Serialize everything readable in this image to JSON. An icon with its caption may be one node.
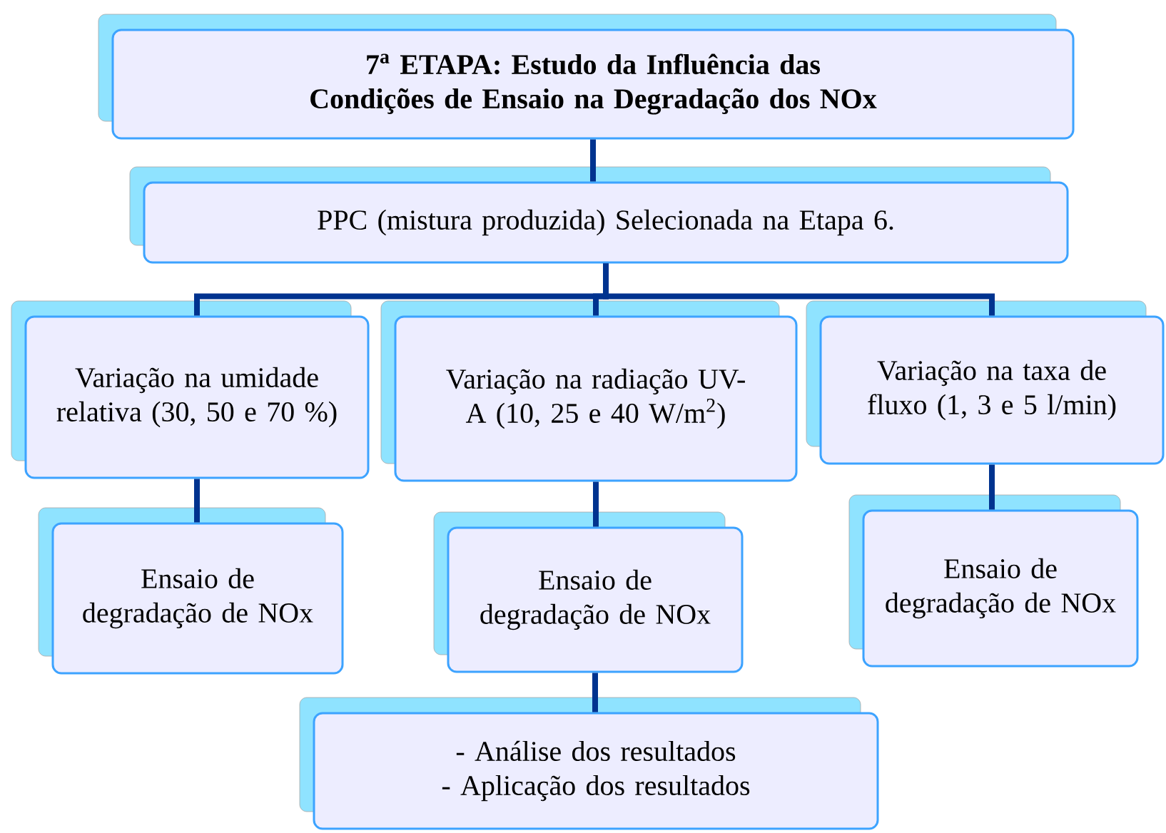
{
  "diagram": {
    "nodes": [
      {
        "text": [
          "7$^{a}$ ETAPA: Estudo da Influência das Condições de Ensaio na Degradação dos NOx"
        ]
      },
      {
        "text": [
          "PPC (mistura produzida) Selecionada na Etapa 6."
        ]
      },
      {
        "text": [
          "Variação na umidade relativa (30, 50 e 70 %)"
        ]
      },
      {
        "text": [
          "Variação na radiação UV-A (10, 25 e 40 W/m$^{2}$)"
        ]
      },
      {
        "text": [
          "Variação na taxa de fluxo (1, 3 e 5 l/min)"
        ]
      },
      {
        "text": [
          "Ensaio de degradação de NOx"
        ]
      },
      {
        "text": [
          "Ensaio de degradação de NOx"
        ]
      },
      {
        "text": [
          "Ensaio de degradação de NOx"
        ]
      },
      {
        "text": [
          "- Análise dos resultados",
          "- Aplicação dos resultados"
        ]
      }
    ],
    "edges": [
      {
        "from": 0,
        "to": 1,
        "arrow": "none"
      },
      {
        "from": 1,
        "to": 2,
        "arrow": "none"
      },
      {
        "from": 1,
        "to": 3,
        "arrow": "none"
      },
      {
        "from": 1,
        "to": 4,
        "arrow": "none"
      },
      {
        "from": 2,
        "to": 5,
        "arrow": "none"
      },
      {
        "from": 3,
        "to": 6,
        "arrow": "none"
      },
      {
        "from": 4,
        "to": 7,
        "arrow": "none"
      },
      {
        "from": 6,
        "to": 8,
        "arrow": "none"
      }
    ]
  }
}
